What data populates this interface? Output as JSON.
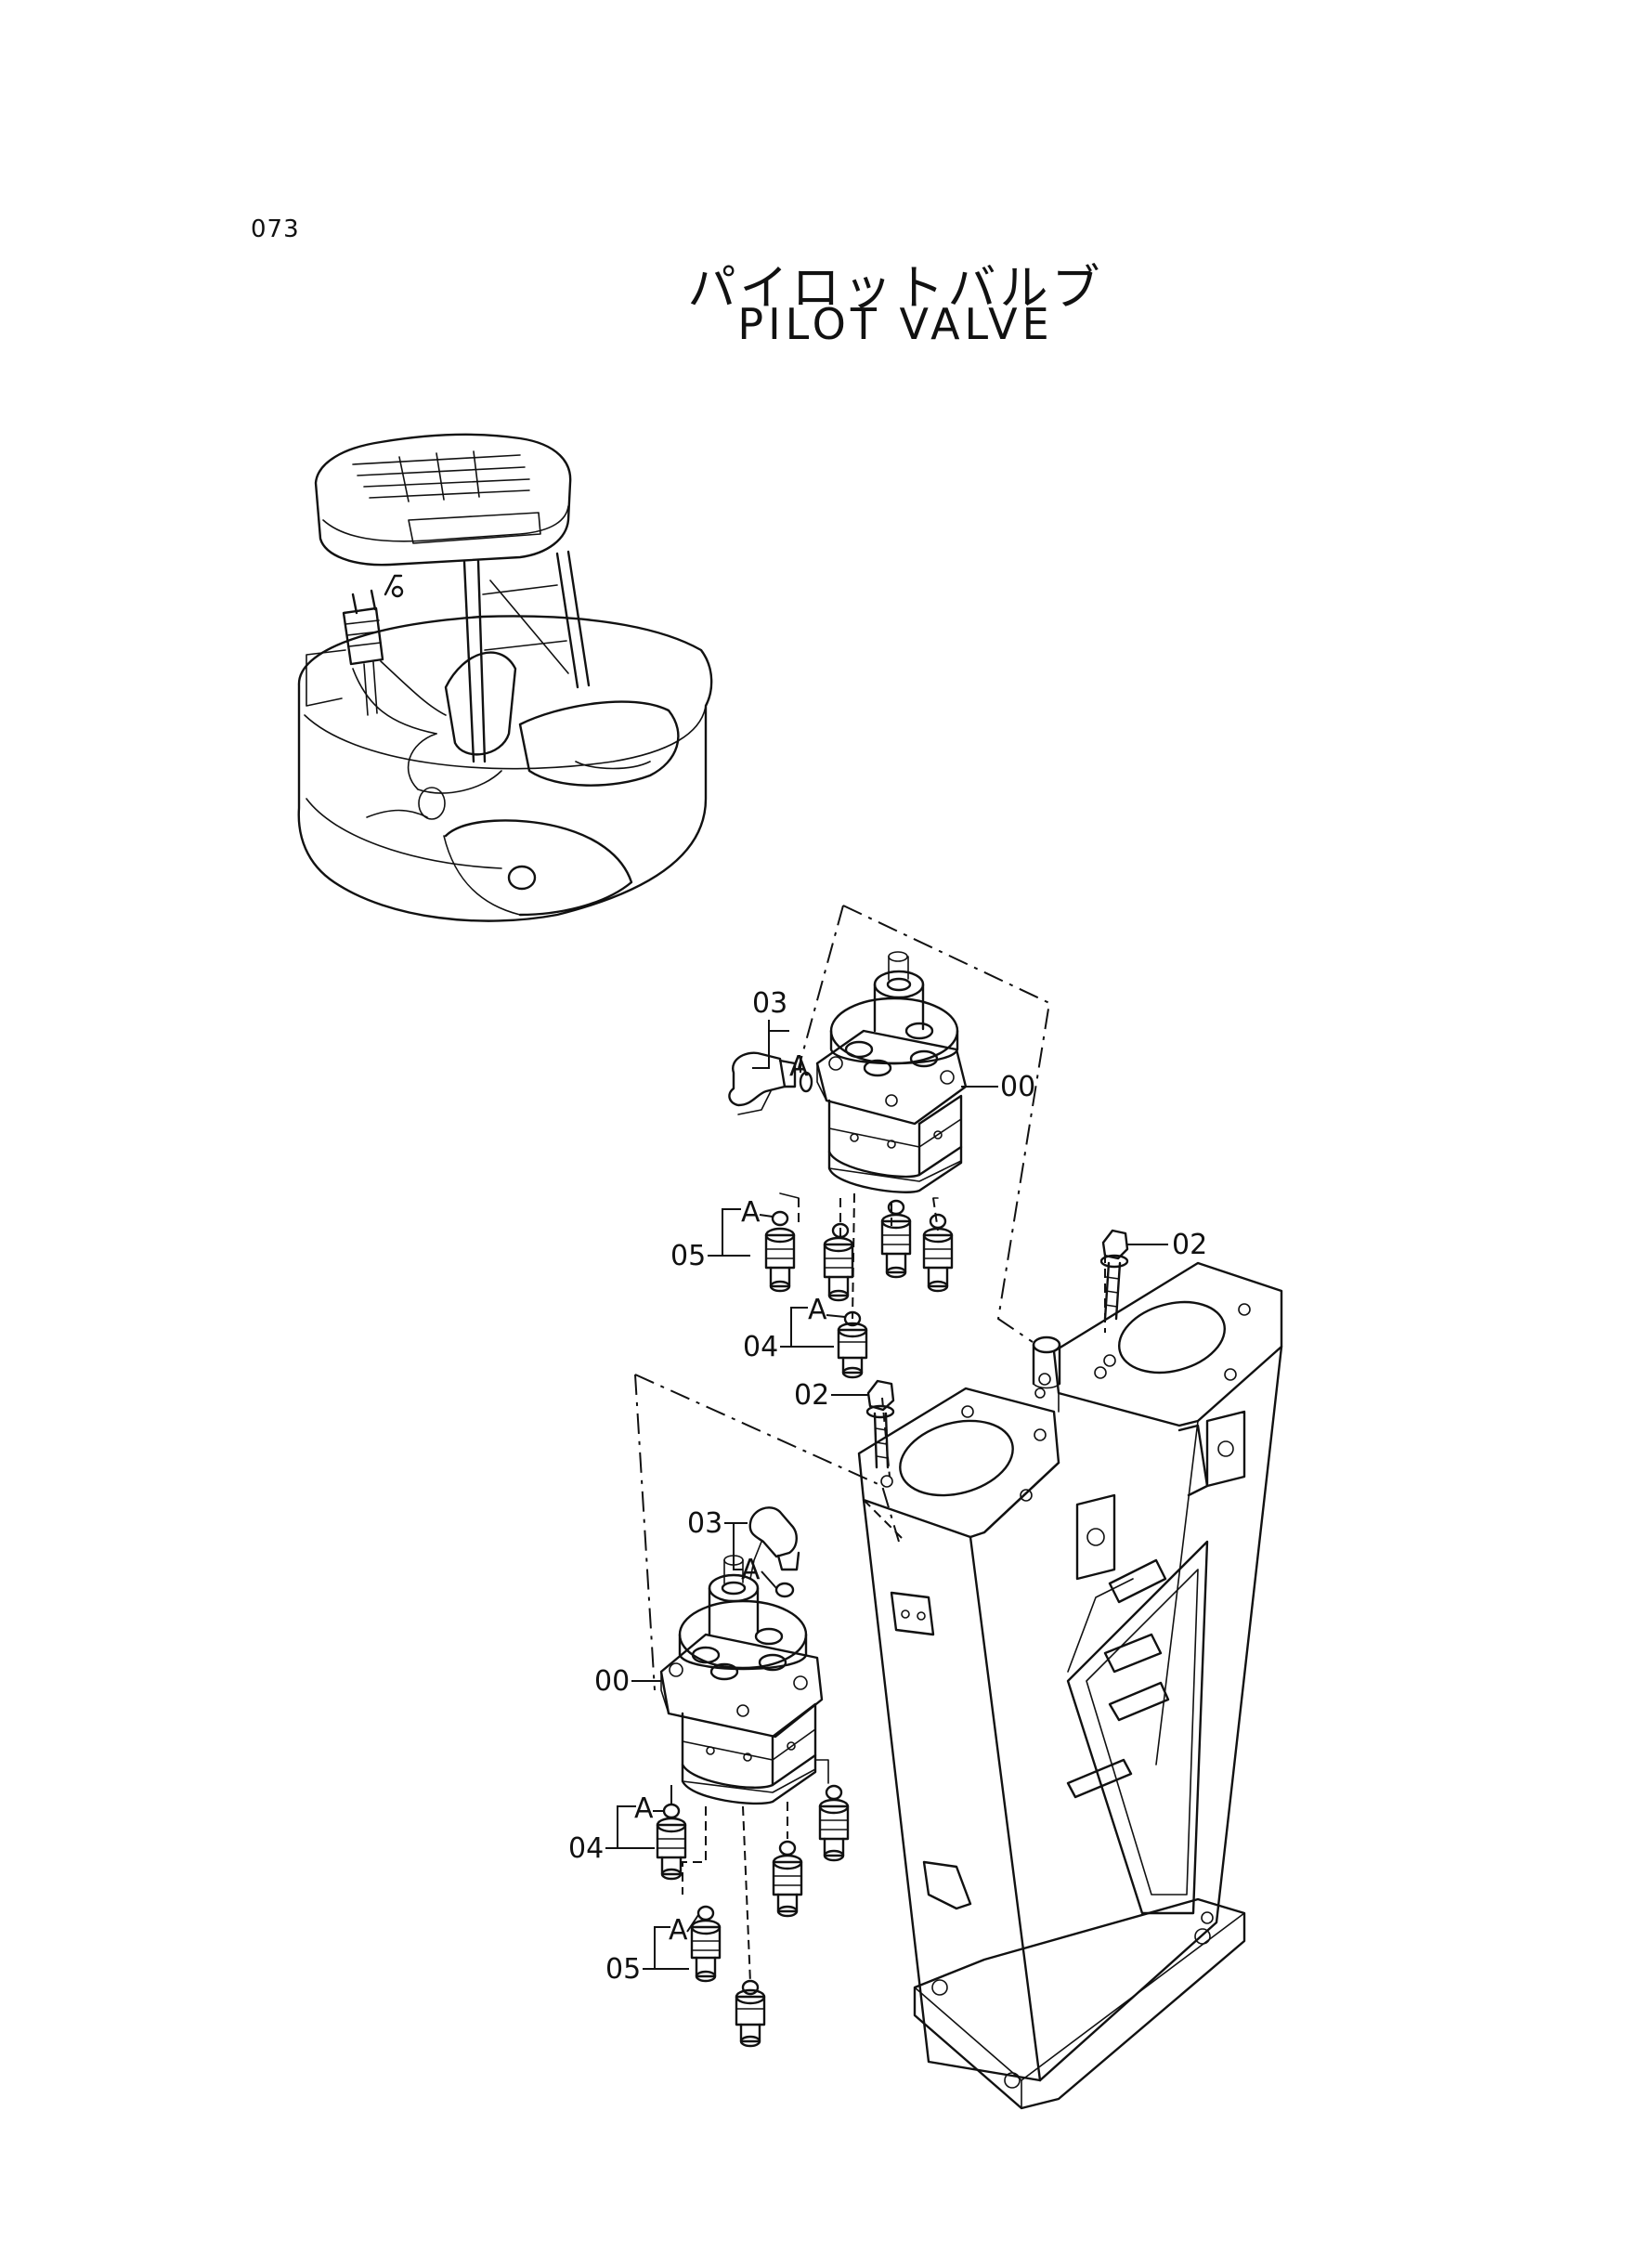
{
  "page_number": "073",
  "title_japanese": "パイロットバルブ",
  "title_english": "PILOT  VALVE",
  "callouts": {
    "part_00": "00",
    "part_02": "02",
    "part_03": "03",
    "part_04": "04",
    "part_05": "05",
    "ref_a": "A"
  }
}
